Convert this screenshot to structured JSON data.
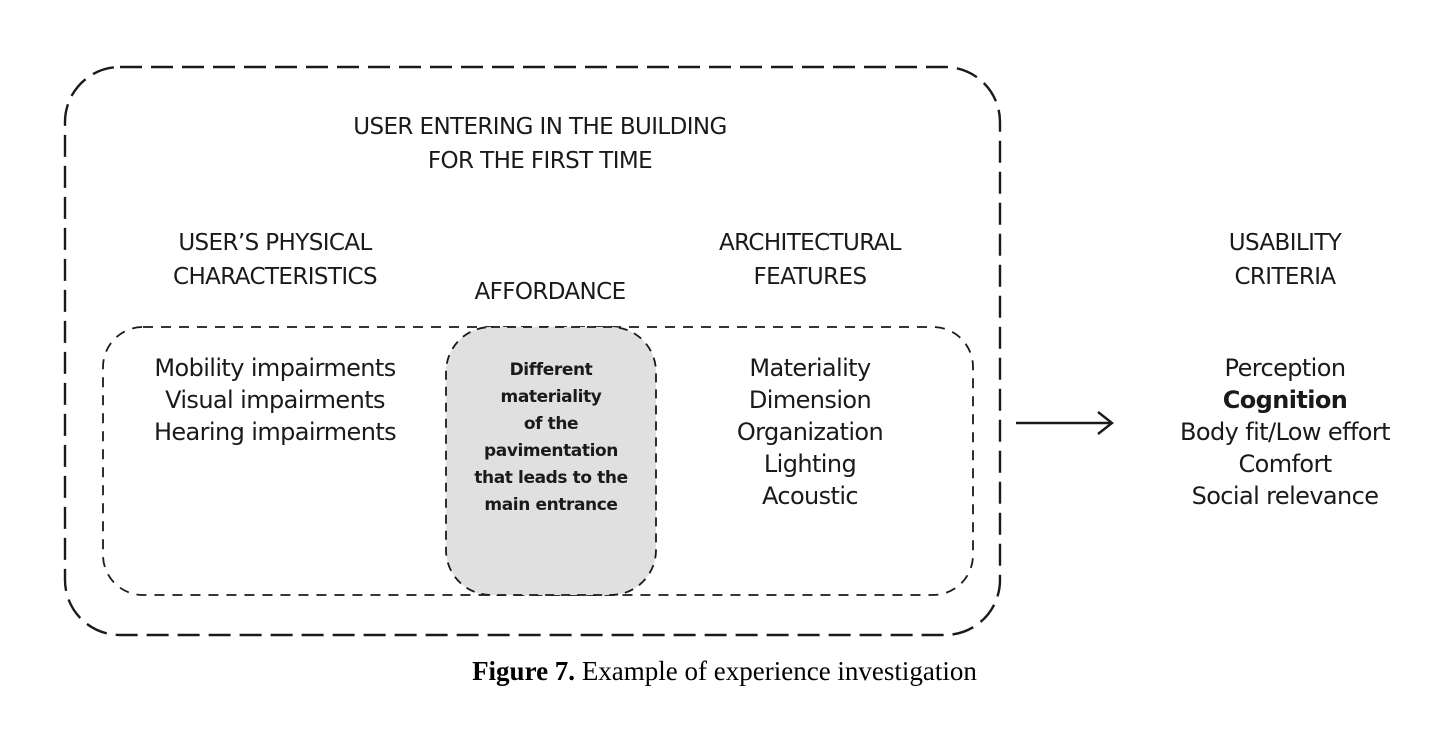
{
  "diagram": {
    "outer_title": [
      "USER ENTERING IN THE BUILDING",
      "FOR THE FIRST TIME"
    ],
    "columns": {
      "physical": {
        "header": [
          "USER’S PHYSICAL",
          "CHARACTERISTICS"
        ],
        "items": [
          "Mobility impairments",
          "Visual impairments",
          "Hearing impairments"
        ]
      },
      "affordance": {
        "header": [
          "AFFORDANCE"
        ],
        "box_text": [
          "Different",
          "materiality",
          "of the",
          "pavimentation",
          "that leads to the",
          "main entrance"
        ]
      },
      "architectural": {
        "header": [
          "ARCHITECTURAL",
          "FEATURES"
        ],
        "items": [
          "Materiality",
          "Dimension",
          "Organization",
          "Lighting",
          "Acoustic"
        ]
      }
    },
    "usability": {
      "header": [
        "USABILITY",
        "CRITERIA"
      ],
      "items": [
        {
          "label": "Perception",
          "highlighted": false
        },
        {
          "label": "Cognition",
          "highlighted": true
        },
        {
          "label": "Body fit/Low effort",
          "highlighted": false
        },
        {
          "label": "Comfort",
          "highlighted": false
        },
        {
          "label": "Social relevance",
          "highlighted": false
        }
      ]
    },
    "colors": {
      "affordance_fill": "#e0e0e0",
      "stroke": "#1a1a1a"
    }
  },
  "caption": {
    "label": "Figure 7.",
    "text": " Example of experience investigation"
  }
}
